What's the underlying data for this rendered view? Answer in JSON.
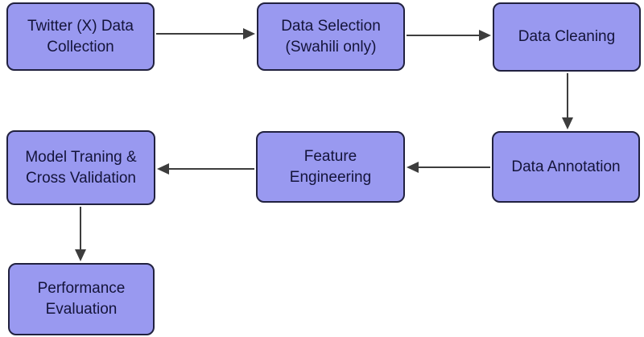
{
  "diagram": {
    "type": "flowchart",
    "background": "#ffffff",
    "colors": {
      "node_fill": "#9999f0",
      "node_border": "#21213f",
      "node_text": "#14143a",
      "arrow": "#3d3d3d"
    },
    "nodes": [
      {
        "id": "twitter-data-collection",
        "label": "Twitter (X) Data\nCollection"
      },
      {
        "id": "data-selection",
        "label": "Data Selection\n(Swahili only)"
      },
      {
        "id": "data-cleaning",
        "label": "Data Cleaning"
      },
      {
        "id": "data-annotation",
        "label": "Data Annotation"
      },
      {
        "id": "model-training-cross-validation",
        "label": "Model Traning &\nCross Validation"
      },
      {
        "id": "feature-engineering",
        "label": "Feature\nEngineering"
      },
      {
        "id": "performance-evaluation",
        "label": "Performance\nEvaluation"
      }
    ],
    "edges": [
      {
        "from": "twitter-data-collection",
        "to": "data-selection"
      },
      {
        "from": "data-selection",
        "to": "data-cleaning"
      },
      {
        "from": "data-cleaning",
        "to": "data-annotation"
      },
      {
        "from": "data-annotation",
        "to": "feature-engineering"
      },
      {
        "from": "feature-engineering",
        "to": "model-training-cross-validation"
      },
      {
        "from": "model-training-cross-validation",
        "to": "performance-evaluation"
      }
    ]
  }
}
